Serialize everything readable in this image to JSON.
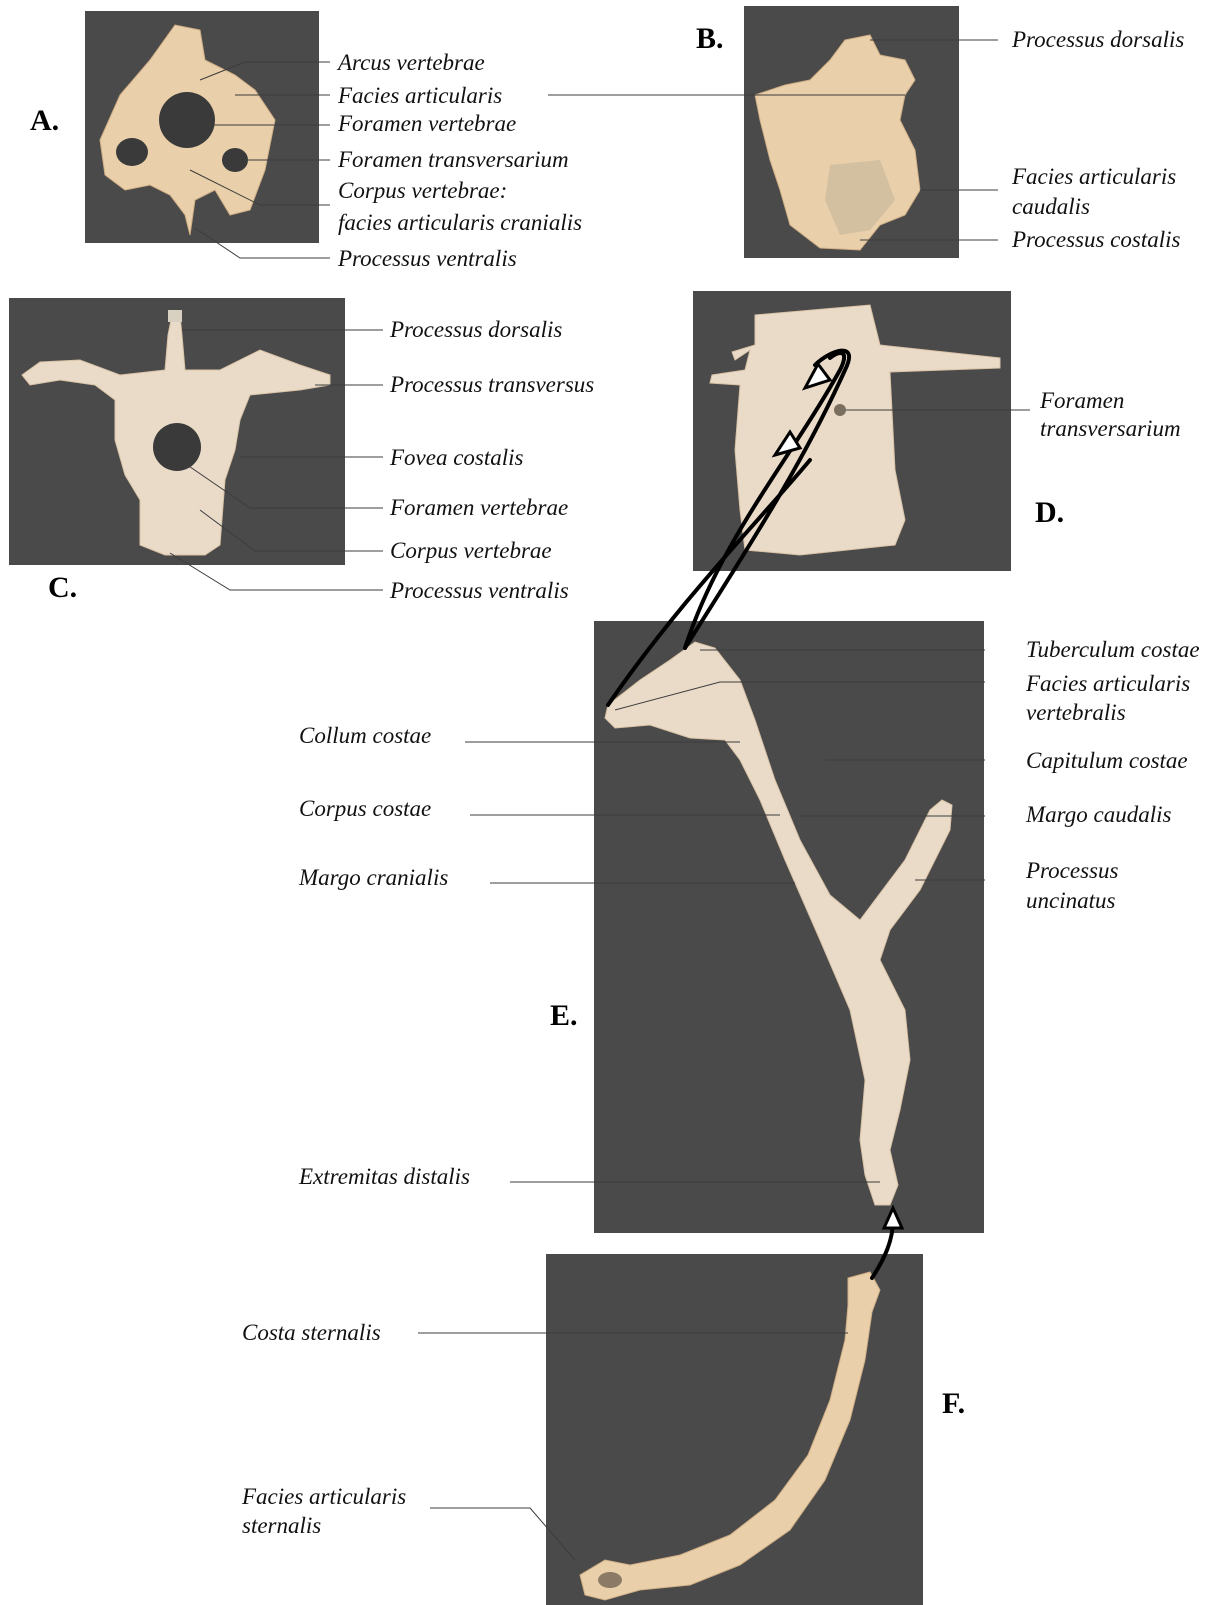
{
  "panels": {
    "A": {
      "letter": "A.",
      "labels": [
        "Arcus vertebrae",
        "Facies articularis",
        "Foramen vertebrae",
        "Foramen transversarium",
        "Corpus vertebrae:",
        "facies articularis cranialis",
        "Processus ventralis"
      ]
    },
    "B": {
      "letter": "B.",
      "labels": [
        "Processus dorsalis",
        "Facies articularis",
        "caudalis",
        "Processus costalis"
      ]
    },
    "C": {
      "letter": "C.",
      "labels": [
        "Processus dorsalis",
        "Processus transversus",
        "Fovea costalis",
        "Foramen vertebrae",
        "Corpus vertebrae",
        "Processus ventralis"
      ]
    },
    "D": {
      "letter": "D.",
      "labels": [
        "Foramen",
        "transversarium"
      ]
    },
    "E": {
      "letter": "E.",
      "labels_right": [
        "Tuberculum costae",
        "Facies articularis",
        "vertebralis",
        "Capitulum costae",
        "Margo caudalis",
        "Processus",
        "uncinatus"
      ],
      "labels_left": [
        "Collum costae",
        "Corpus costae",
        "Margo cranialis",
        "Extremitas distalis"
      ]
    },
    "F": {
      "letter": "F.",
      "labels": [
        "Costa sternalis",
        "Facies articularis",
        "sternalis"
      ]
    }
  },
  "colors": {
    "panel_background": "#4a4a4a",
    "bone": "#eadbc8",
    "label_text": "#111111",
    "leader_line": "#3c3c3c",
    "arrow": "#000000"
  }
}
